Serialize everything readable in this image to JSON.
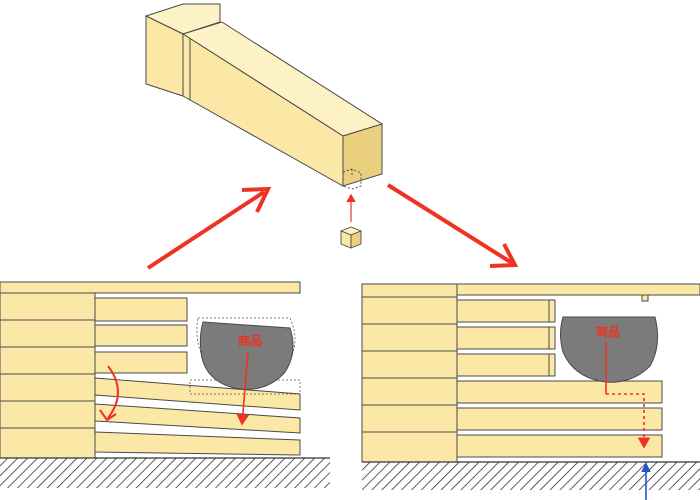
{
  "colors": {
    "wood": "#fbe8a6",
    "wood_top": "#fdf1c6",
    "wood_side": "#e9cf7e",
    "outline": "#4a4a4a",
    "arrow_red": "#ee3322",
    "arrow_blue": "#2255cc",
    "product": "#7b7b7b",
    "ground_hatch": "#333333"
  },
  "left_panel": {
    "product_label": "商品"
  },
  "right_panel": {
    "product_label": "商品"
  },
  "icons": [
    "beam-3d-illustration",
    "small-cube-icon",
    "curved-arrow-icon",
    "hatched-ground"
  ]
}
